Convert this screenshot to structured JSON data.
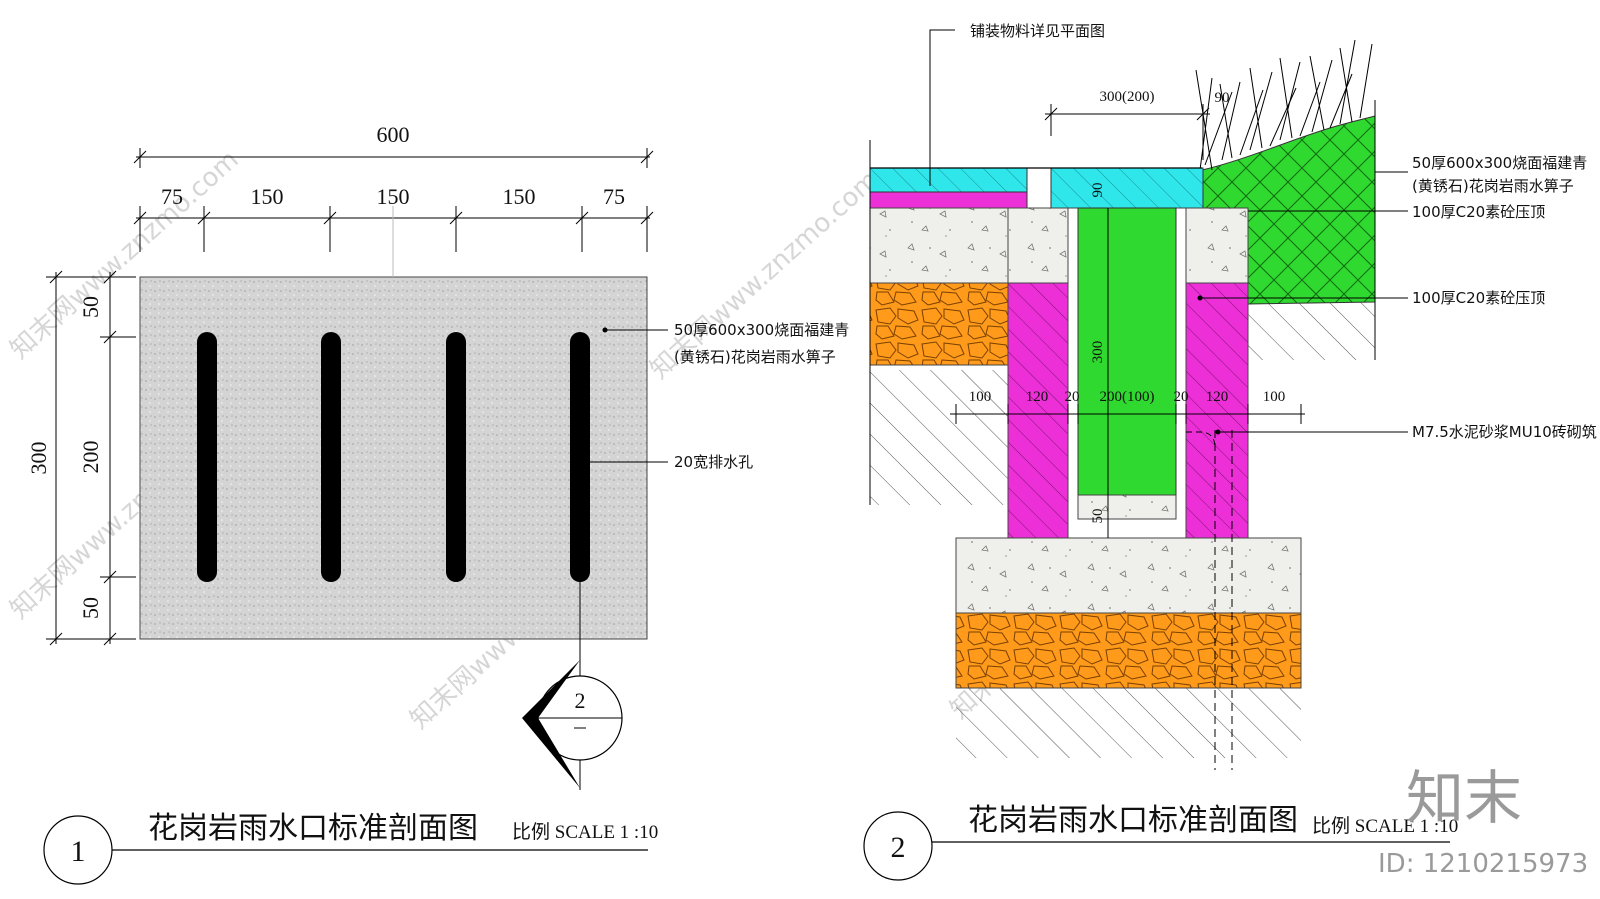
{
  "watermark": {
    "text": "知末网www.znzmo.com"
  },
  "logo": {
    "text": "知末",
    "id": "ID: 1210215973"
  },
  "figure1": {
    "overall_width": "600",
    "segments": [
      "75",
      "150",
      "150",
      "150",
      "75"
    ],
    "overall_height": "300",
    "height_segments": [
      "50",
      "200",
      "50"
    ],
    "note_cover": [
      "50厚600x300烧面福建青",
      "(黄锈石)花岗岩雨水箅子"
    ],
    "note_hole": "20宽排水孔",
    "section_mark": "2",
    "number": "1",
    "title": "花岗岩雨水口标准剖面图",
    "scale": "比例 SCALE 1 :10"
  },
  "figure2": {
    "note_paving": "铺装物料详见平面图",
    "dim_top": "300(200)",
    "dim_90_top": "90",
    "dim_90_cover": "90",
    "dim_300_depth": "300",
    "dim_50_bottom": "50",
    "dims_bottom": [
      "100",
      "120",
      "20",
      "200(100)",
      "20",
      "120",
      "100"
    ],
    "note_cover": [
      "50厚600x300烧面福建青",
      "(黄锈石)花岗岩雨水箅子"
    ],
    "note_c20_1": "100厚C20素砼压顶",
    "note_c20_2": "100厚C20素砼压顶",
    "note_brick": "M7.5水泥砂浆MU10砖砌筑",
    "number": "2",
    "title": "花岗岩雨水口标准剖面图",
    "scale": "比例 SCALE 1 :10"
  },
  "colors": {
    "cyan": "#2fe6ea",
    "magenta": "#ec2fd6",
    "green": "#2fd92f",
    "orange": "#ff9a1a",
    "concrete": "#efefeb",
    "granite": "#d2d2d2"
  }
}
